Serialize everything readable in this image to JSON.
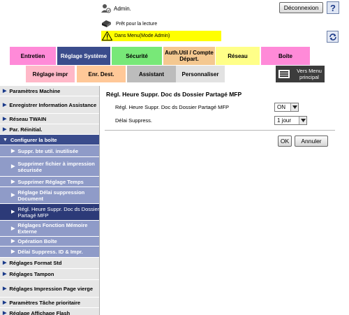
{
  "header": {
    "user_name": "Admin.",
    "logout_label": "Déconnexion",
    "help_label": "?",
    "status_text": "Prêt pour la lecture",
    "admin_bar_text": "Dans Menu(Mode Admin)"
  },
  "tabs_row1": [
    {
      "label": "Entretien",
      "color": "#ff8ad8",
      "text_color": "#000000"
    },
    {
      "label": "Réglage Système",
      "color": "#3a4c8c",
      "text_color": "#ffffff"
    },
    {
      "label": "Sécurité",
      "color": "#78e878",
      "text_color": "#000000"
    },
    {
      "label": "Auth.Util / Compte Départ.",
      "color": "#f4c890",
      "text_color": "#000000"
    },
    {
      "label": "Réseau",
      "color": "#ffff88",
      "text_color": "#000000"
    },
    {
      "label": "Boîte",
      "color": "#ff8ad8",
      "text_color": "#000000"
    }
  ],
  "tabs_row2": [
    {
      "label": "Réglage impr",
      "color": "#ffb8c8",
      "text_color": "#000000"
    },
    {
      "label": "Enr. Dest.",
      "color": "#ffc898",
      "text_color": "#000000"
    },
    {
      "label": "Assistant",
      "color": "#bcbcbc",
      "text_color": "#000000"
    },
    {
      "label": "Personnaliser",
      "color": "#e2e2e2",
      "text_color": "#000000"
    }
  ],
  "menu_button_label": "Vers Menu principal",
  "sidebar": {
    "items": [
      {
        "label": "Paramètres Machine",
        "kind": "top"
      },
      {
        "label": "Enregistrer Information Assistance",
        "kind": "top"
      },
      {
        "label": "Réseau TWAIN",
        "kind": "top"
      },
      {
        "label": "Par. Réinitial.",
        "kind": "top"
      },
      {
        "label": "Configurer la boîte",
        "kind": "open"
      },
      {
        "label": "Suppr. bte util. inutilisée",
        "kind": "sub"
      },
      {
        "label": "Supprimer fichier à impression sécurisée",
        "kind": "sub"
      },
      {
        "label": "Supprimer Réglage Temps",
        "kind": "sub"
      },
      {
        "label": "Réglage Délai suppression Document",
        "kind": "sub"
      },
      {
        "label": "Régl. Heure Suppr. Doc ds Dossier Partagé MFP",
        "kind": "active"
      },
      {
        "label": "Réglages Fonction Mémoire Externe",
        "kind": "sub"
      },
      {
        "label": "Opération Boîte",
        "kind": "sub"
      },
      {
        "label": "Délai Suppress. ID & Impr.",
        "kind": "sub"
      },
      {
        "label": "Réglages Format Std",
        "kind": "top"
      },
      {
        "label": "Réglages Tampon",
        "kind": "top"
      },
      {
        "label": "Réglages Impression Page vierge",
        "kind": "top"
      },
      {
        "label": "Paramètres Tâche prioritaire",
        "kind": "top"
      },
      {
        "label": "Réglage Affichage Flash",
        "kind": "top"
      }
    ]
  },
  "content": {
    "title": "Régl. Heure Suppr. Doc ds Dossier Partagé MFP",
    "field1_label": "Régl. Heure Suppr. Doc ds Dossier Partagé MFP",
    "field1_value": "ON",
    "field2_label": "Délai Suppress.",
    "field2_value": "1 jour",
    "ok_label": "OK",
    "cancel_label": "Annuler"
  }
}
